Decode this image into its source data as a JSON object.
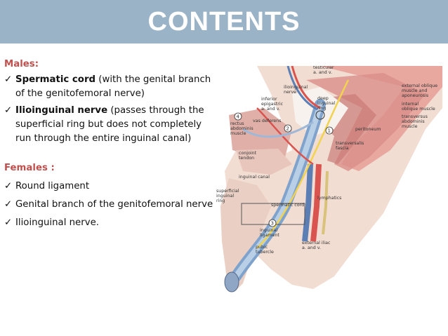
{
  "header": {
    "title": "CONTENTS"
  },
  "males": {
    "title": "Males:",
    "items": [
      {
        "bold": "Spermatic cord",
        "rest": " (with the genital branch of the genitofemoral nerve)"
      },
      {
        "bold": "Ilioinguinal nerve",
        "rest": " (passes through the superficial ring but does not completely run through the entire inguinal canal)"
      }
    ]
  },
  "females": {
    "title": "Females :",
    "items": [
      "Round ligament",
      "Genital branch of the genitofemoral nerve",
      "Ilioinguinal nerve."
    ]
  },
  "figure": {
    "labels": {
      "testicular": "testicular",
      "a_and_v": "a. and v.",
      "ilioinguinal": "ilioinguinal",
      "nerve": "nerve",
      "inferior": "inferior",
      "epigastric": "epigastric",
      "epi_av": "a. and v.",
      "deep": "deep",
      "inguinal": "inguinal",
      "ring": "ring",
      "external_oblique": "external oblique",
      "muscle_and": "muscle and",
      "aponeurosis": "aponeurosis",
      "internal": "internal",
      "oblique_muscle": "oblique muscle",
      "vas_deferens": "vas deferens",
      "rectus": "rectus",
      "abdominis": "abdominis",
      "muscle": "muscle",
      "peritoneum": "peritoneum",
      "transversus": "transversus",
      "tr_abdominis": "abdominis",
      "tr_muscle": "muscle",
      "transversalis": "transversalis",
      "fascia": "fascia",
      "conjoint": "conjoint",
      "tendon": "tendon",
      "inguinal_canal": "inguinal canal",
      "superficial": "superficial",
      "sup_inguinal": "inguinal",
      "sup_ring": "ring",
      "lymphatics": "lymphatics",
      "spermatic_cord": "spermatic cord",
      "inguinal_ligament_1": "inguinal",
      "inguinal_ligament_2": "ligament",
      "external_iliac": "external iliac",
      "ext_av": "a. and v.",
      "pubic": "pubic",
      "tubercle": "tubercle",
      "n1": "1",
      "n2": "2",
      "n3": "3",
      "n4": "4"
    },
    "colors": {
      "skin": "#f2ddd2",
      "muscle": "#e8a8a0",
      "cord_blue": "#7fa3cc",
      "artery_red": "#d9534f",
      "nerve_yellow": "#f2d34f"
    }
  }
}
